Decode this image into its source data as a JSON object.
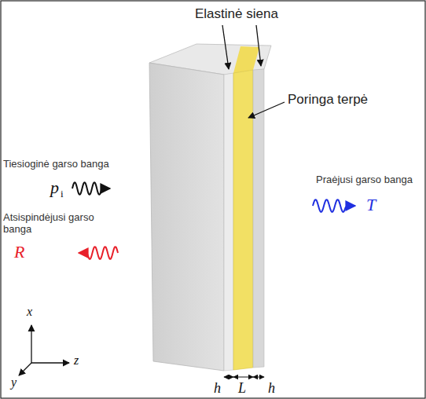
{
  "diagram": {
    "labels": [
      "Elastinė siena",
      "Poringa terpė",
      "Tiesioginė garso banga",
      "p",
      "i",
      "Atsispindėjusi garso banga",
      "R",
      "Praėjusi garso banga",
      "T",
      "x",
      "y",
      "z",
      "h",
      "L",
      "h"
    ]
  }
}
